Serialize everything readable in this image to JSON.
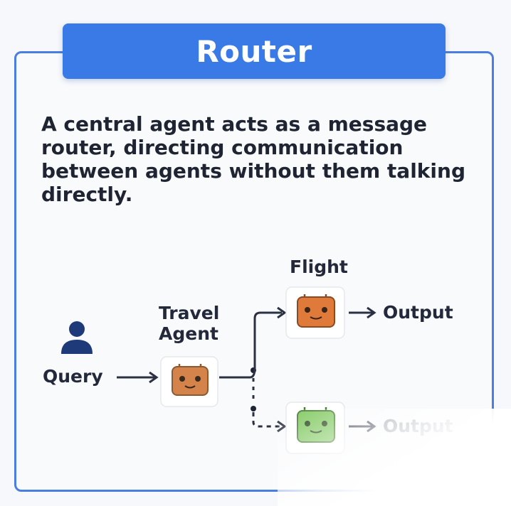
{
  "title": "Router",
  "description": "A central agent acts as a message router, directing communication between agents without them talking directly.",
  "nodes": {
    "query_label": "Query",
    "travel_agent_label_line1": "Travel",
    "travel_agent_label_line2": "Agent",
    "flight_label": "Flight",
    "output_top_label": "Output",
    "output_bottom_label": "Output"
  },
  "colors": {
    "accent": "#3a7ae6",
    "border": "#4a7ee0",
    "user_icon": "#1f3a78",
    "travel_agent_bot": "#d4834a",
    "flight_bot": "#e07a3a",
    "bottom_bot": "#7cc75a"
  },
  "icons": [
    "user-icon",
    "travel-agent-robot-icon",
    "flight-robot-icon",
    "green-robot-icon",
    "arrow-icon"
  ]
}
